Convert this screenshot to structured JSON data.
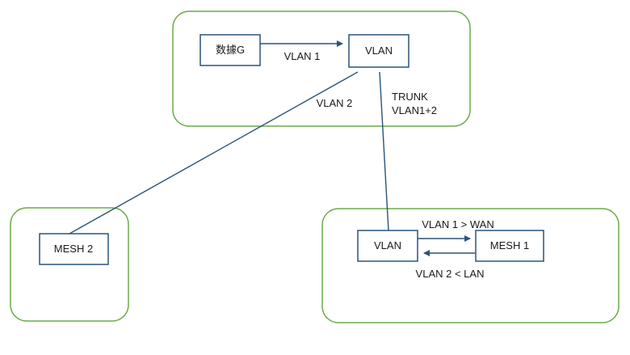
{
  "colors": {
    "group_border": "#6aaa46",
    "node_border": "#2a5478",
    "link": "#2a5478",
    "text": "#1a1a1a",
    "background": "#ffffff"
  },
  "nodes": {
    "data_g": "数據G",
    "vlan_top": "VLAN",
    "mesh2": "MESH 2",
    "vlan_bottom": "VLAN",
    "mesh1": "MESH 1"
  },
  "links": {
    "vlan1": "VLAN 1",
    "vlan2": "VLAN 2",
    "trunk_line1": "TRUNK",
    "trunk_line2": "VLAN1+2",
    "vlan1_wan": "VLAN 1 > WAN",
    "vlan2_lan": "VLAN 2 < LAN"
  }
}
